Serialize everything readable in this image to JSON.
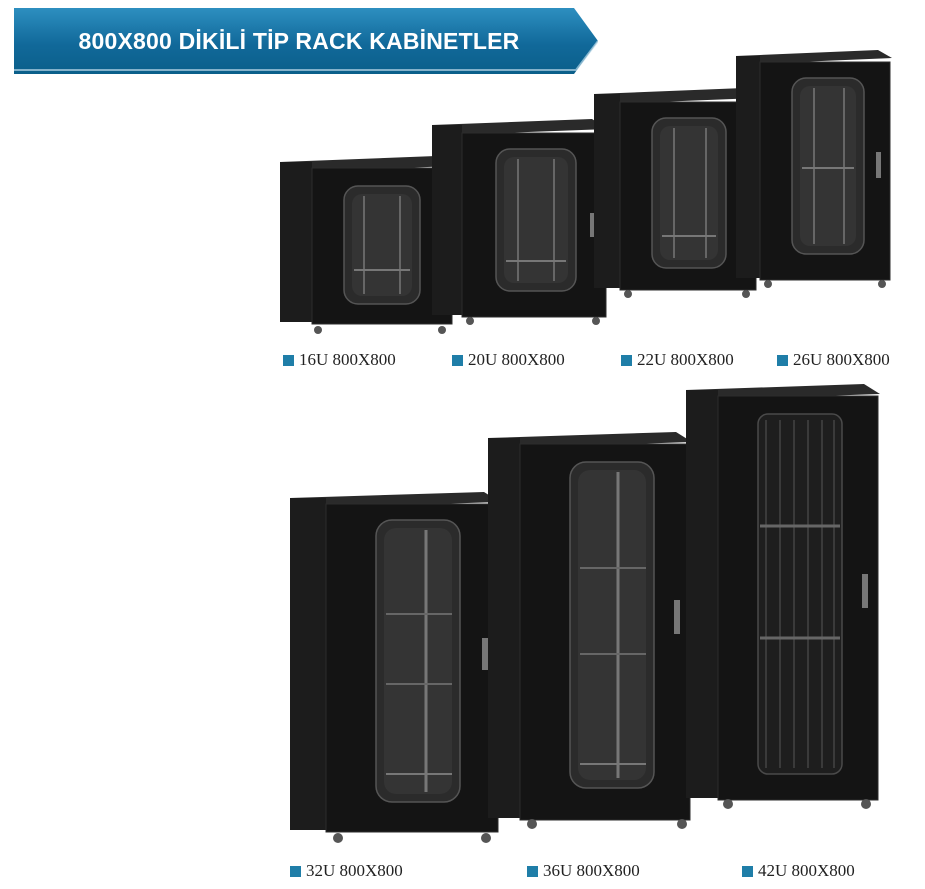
{
  "header": {
    "title": "800X800 DİKİLİ TİP RACK KABİNETLER"
  },
  "colors": {
    "banner_dark": "#0b5f8a",
    "banner_light": "#2d8fc0",
    "label_square": "#1f7ea8",
    "cabinet_body": "#141414",
    "cabinet_edge": "#2c2c2c"
  },
  "products": [
    {
      "label": "16U 800X800"
    },
    {
      "label": "20U 800X800"
    },
    {
      "label": "22U 800X800"
    },
    {
      "label": "26U 800X800"
    },
    {
      "label": "32U 800X800"
    },
    {
      "label": "36U 800X800"
    },
    {
      "label": "42U 800X800"
    }
  ]
}
